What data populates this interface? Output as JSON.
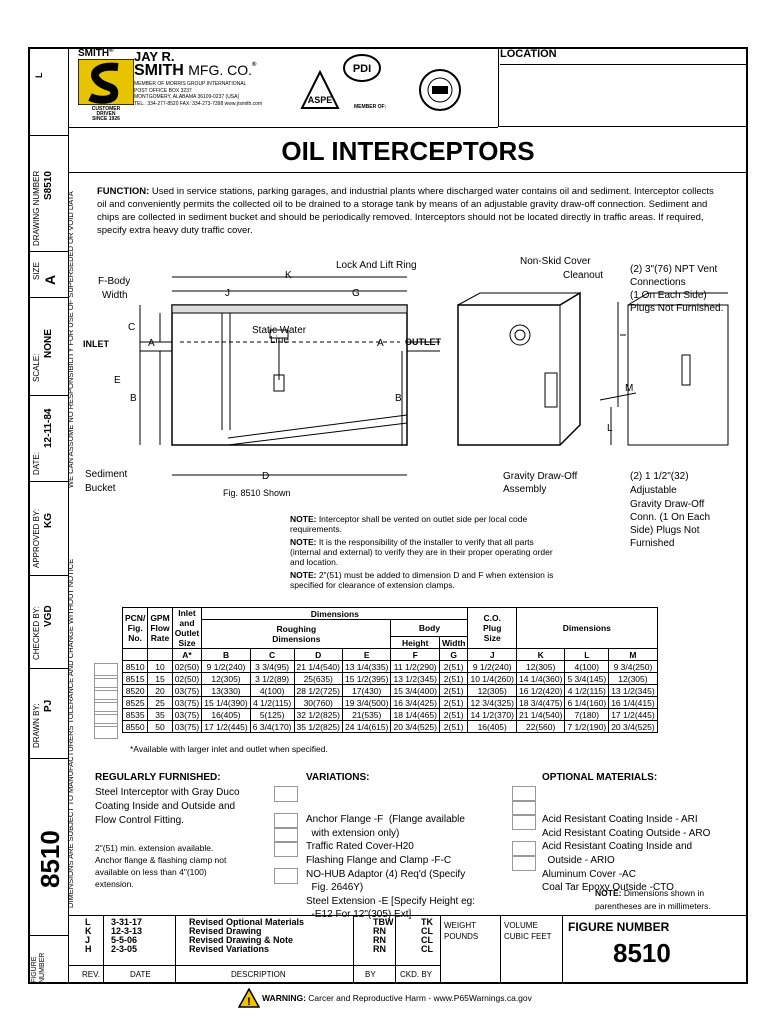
{
  "company": {
    "brand": "SMITH",
    "reg": "®",
    "name_line1": "JAY R.",
    "name_line2": "SMITH",
    "name_line2b": "MFG. CO.",
    "address": [
      "MEMBER OF MORRIS GROUP INTERNATIONAL",
      "POST OFFICE BOX 3237",
      "MONTGOMERY, ALABAMA 36109-0237 (USA)",
      "TEL.: 334-277-8520   FAX: 334-273-7398   www.jrsmith.com"
    ],
    "tagline": [
      "CUSTOMER",
      "DRIVEN",
      "SINCE 1926"
    ],
    "member_of": "MEMBER OF:",
    "logo_pdi": "PDI",
    "logo_aspe": "ASPE"
  },
  "location_label": "LOCATION",
  "title": "OIL INTERCEPTORS",
  "function": {
    "label": "FUNCTION:",
    "text": " Used in service stations, parking garages, and industrial plants where discharged water contains oil and sediment. Interceptor collects oil and conveniently permits the collected oil to be drained to a storage tank by means of an adjustable gravity draw-off connection. Sediment and chips are collected in sediment bucket and should be periodically removed. Interceptors should not be located directly in traffic areas. If required, specify extra heavy duty traffic cover."
  },
  "sidebar": {
    "rev_letter": "L",
    "drawing_number_label": "DRAWING NUMBER",
    "drawing_number": "S8510",
    "size_label": "SIZE",
    "size": "A",
    "scale_label": "SCALE:",
    "scale": "NONE",
    "date_label": "DATE:",
    "date": "12-11-84",
    "approved_label": "APPROVED BY:",
    "approved": "KG",
    "checked_label": "CHECKED BY:",
    "checked": "VGD",
    "drawn_label": "DRAWN BY:",
    "drawn": "PJ",
    "figure_big": "8510",
    "figure_label": "FIGURE NUMBER",
    "note1": "WE CAN ASSUME NO RESPONSIBILITY FOR USE OF SUPERSEDED OR VOID DATA",
    "note2": "DIMENSIONS ARE SUBJECT TO MANUFACTURERS TOLERANCE AND CHANGE WITHOUT NOTICE"
  },
  "diagram": {
    "f_body": "F-Body",
    "width": "Width",
    "k": "K",
    "j": "J",
    "g": "G",
    "c": "C",
    "a": "A",
    "e": "E",
    "b": "B",
    "d": "D",
    "m": "M",
    "l": "L",
    "lock_ring": "Lock And Lift Ring",
    "static_water": "Static Water",
    "line": "Line",
    "inlet": "INLET",
    "outlet": "OUTLET",
    "sediment": "Sediment",
    "bucket": "Bucket",
    "fig_caption": "Fig. 8510 Shown",
    "gravity1": "Gravity Draw-Off",
    "gravity2": "Assembly",
    "non_skid": "Non-Skid Cover",
    "cleanout": "Cleanout",
    "vent": [
      "(2) 3\"(76) NPT Vent",
      "Connections",
      "(1 On Each Side)",
      "Plugs Not Furnished."
    ],
    "adjustable": [
      "(2) 1 1/2\"(32)",
      "Adjustable",
      "Gravity Draw-Off",
      "Conn. (1 On Each",
      "Side) Plugs Not",
      "Furnished"
    ]
  },
  "notes": [
    {
      "label": "NOTE:",
      "text": " Interceptor shall be vented on outlet side per local code requirements."
    },
    {
      "label": "NOTE:",
      "text": " It is the responsibility of the installer to verify that all parts (internal and external) to verify they are in their proper operating order and location."
    },
    {
      "label": "NOTE:",
      "text": " 2\"(51) must be added to dimension D and F when extension is specified for clearance of extension clamps."
    }
  ],
  "table": {
    "h_pcn": "PCN/",
    "h_fig": "Fig.",
    "h_no": "No.",
    "h_gpm": "GPM",
    "h_flow": "Flow",
    "h_rate": "Rate",
    "h_inlet": "Inlet",
    "h_and": "and",
    "h_outlet": "Outlet",
    "h_size": "Size",
    "h_dimensions": "Dimensions",
    "h_roughing": "Roughing",
    "h_roughing2": "Dimensions",
    "h_body": "Body",
    "h_height": "Height",
    "h_width": "Width",
    "h_co": "C.O.",
    "h_plug": "Plug",
    "h_cosize": "Size",
    "h_dims2": "Dimensions",
    "cols": [
      "A*",
      "B",
      "C",
      "D",
      "E",
      "F",
      "G",
      "J",
      "K",
      "L",
      "M"
    ],
    "rows": [
      [
        "8510",
        "10",
        "02(50)",
        "9 1/2(240)",
        "3 3/4(95)",
        "21 1/4(540)",
        "13 1/4(335)",
        "11 1/2(290)",
        "2(51)",
        "9 1/2(240)",
        "12(305)",
        "4(100)",
        "9 3/4(250)"
      ],
      [
        "8515",
        "15",
        "02(50)",
        "12(305)",
        "3 1/2(89)",
        "25(635)",
        "15 1/2(395)",
        "13 1/2(345)",
        "2(51)",
        "10 1/4(260)",
        "14 1/4(360)",
        "5 3/4(145)",
        "12(305)"
      ],
      [
        "8520",
        "20",
        "03(75)",
        "13(330)",
        "4(100)",
        "28 1/2(725)",
        "17(430)",
        "15 3/4(400)",
        "2(51)",
        "12(305)",
        "16 1/2(420)",
        "4 1/2(115)",
        "13 1/2(345)"
      ],
      [
        "8525",
        "25",
        "03(75)",
        "15 1/4(390)",
        "4 1/2(115)",
        "30(760)",
        "19 3/4(500)",
        "16 3/4(425)",
        "2(51)",
        "12 3/4(325)",
        "18 3/4(475)",
        "6 1/4(160)",
        "16 1/4(415)"
      ],
      [
        "8535",
        "35",
        "03(75)",
        "16(405)",
        "5(125)",
        "32 1/2(825)",
        "21(535)",
        "18 1/4(465)",
        "2(51)",
        "14 1/2(370)",
        "21 1/4(540)",
        "7(180)",
        "17 1/2(445)"
      ],
      [
        "8550",
        "50",
        "03(75)",
        "17 1/2(445)",
        "6 3/4(170)",
        "35 1/2(825)",
        "24 1/4(615)",
        "20 3/4(525)",
        "2(51)",
        "16(405)",
        "22(560)",
        "7 1/2(190)",
        "20 3/4(525)"
      ]
    ],
    "footnote": "*Available with larger inlet and outlet when specified."
  },
  "regular": {
    "title": "REGULARLY FURNISHED:",
    "text": [
      "Steel Interceptor with Gray Duco",
      "Coating Inside and Outside and",
      "Flow Control Fitting."
    ],
    "ext": [
      "2\"(51) min. extension available.",
      "Anchor flange & flashing clamp not",
      "available on less than 4\"(100)",
      "extension."
    ]
  },
  "variations": {
    "title": "VARIATIONS:",
    "items": [
      "Anchor Flange -F  (Flange available",
      "  with extension only)",
      "Traffic Rated Cover-H20",
      "Flashing Flange and Clamp -F-C",
      "NO-HUB Adaptor (4) Req'd (Specify",
      "  Fig. 2646Y)",
      "Steel Extension -E [Specify Height eg:",
      "  -E12 For 12\"(305) Ext]"
    ]
  },
  "optional": {
    "title": "OPTIONAL MATERIALS:",
    "items": [
      "Acid Resistant Coating Inside - ARI",
      "Acid Resistant Coating Outside - ARO",
      "Acid Resistant Coating Inside and",
      "  Outside - ARIO",
      "Aluminum Cover -AC",
      "Coal Tar Epoxy Outside -CTO"
    ]
  },
  "dim_note": {
    "label": "NOTE:",
    "text": " Dimensions shown in parentheses are in millimeters."
  },
  "revisions": {
    "rows": [
      [
        "L",
        "3-31-17",
        "Revised Optional Materials",
        "TBW",
        "TK"
      ],
      [
        "K",
        "12-3-13",
        "Revised Drawing",
        "RN",
        "CL"
      ],
      [
        "J",
        "5-5-06",
        "Revised Drawing & Note",
        "RN",
        "CL"
      ],
      [
        "H",
        "2-3-05",
        "Revised Variations",
        "RN",
        "CL"
      ]
    ],
    "headers": [
      "REV.",
      "DATE",
      "DESCRIPTION",
      "BY",
      "CKD. BY"
    ]
  },
  "footer": {
    "weight": [
      "WEIGHT",
      "POUNDS"
    ],
    "volume": [
      "VOLUME",
      "CUBIC FEET"
    ],
    "figure_label": "FIGURE NUMBER",
    "figure_number": "8510"
  },
  "warning": {
    "label": "WARNING:",
    "text": " Carcer and Reproductive Harm - www.P65Warnings.ca.gov"
  }
}
